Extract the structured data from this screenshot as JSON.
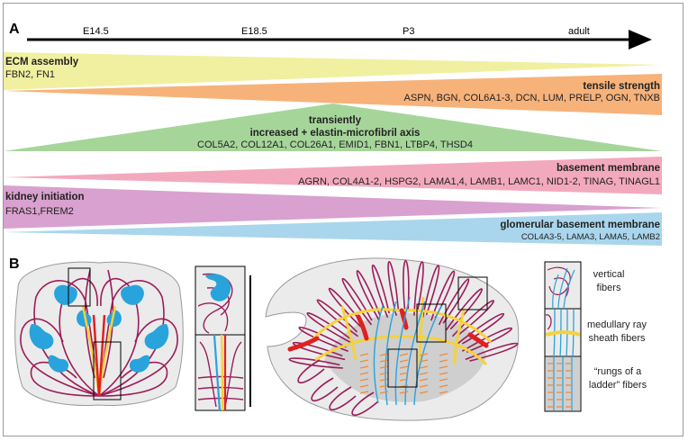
{
  "panel_a": {
    "letter": "A",
    "timepoints": [
      "E14.5",
      "E18.5",
      "P3",
      "adult"
    ],
    "bands": [
      {
        "id": "ecm",
        "title": "ECM assembly",
        "genes": "FBN2, FN1",
        "color": "#f0f0a0"
      },
      {
        "id": "tensile",
        "title": "tensile strength",
        "genes": "ASPN, BGN, COL6A1-3, DCN, LUM, PRELP, OGN, TNXB",
        "color": "#f7b27a"
      },
      {
        "id": "transient",
        "title_line1": "transiently",
        "title_line2": "increased + elastin-microfibril axis",
        "genes": "COL5A2, COL12A1, COL26A1, EMID1, FBN1, LTBP4, THSD4",
        "color": "#a6d59a"
      },
      {
        "id": "bm",
        "title": "basement membrane",
        "genes": "AGRN, COL4A1-2, HSPG2, LAMA1,4, LAMB1, LAMC1, NID1-2, TINAG, TINAGL1",
        "color": "#f3a9bd"
      },
      {
        "id": "kidney",
        "title": "kidney initiation",
        "genes": "FRAS1,FREM2",
        "color": "#d9a1cf"
      },
      {
        "id": "gbm",
        "title": "glomerular basement membrane",
        "genes": "COL4A3-5, LAMA3, LAMA5, LAMB2",
        "color": "#a9d6ec"
      }
    ]
  },
  "panel_b": {
    "letter": "B",
    "legend": {
      "vertical": [
        "vertical",
        "fibers"
      ],
      "medullary": [
        "medullary ray",
        "sheath fibers"
      ],
      "rungs": [
        "“rungs of a",
        "ladder” fibers"
      ]
    },
    "colors": {
      "fiber": "#9b1d5a",
      "blue": "#29a3dc",
      "yellow": "#f5d23a",
      "red": "#e02020",
      "orange": "#f08a3a",
      "tissue": "#ebebeb",
      "medulla": "#cfcfcf"
    }
  }
}
